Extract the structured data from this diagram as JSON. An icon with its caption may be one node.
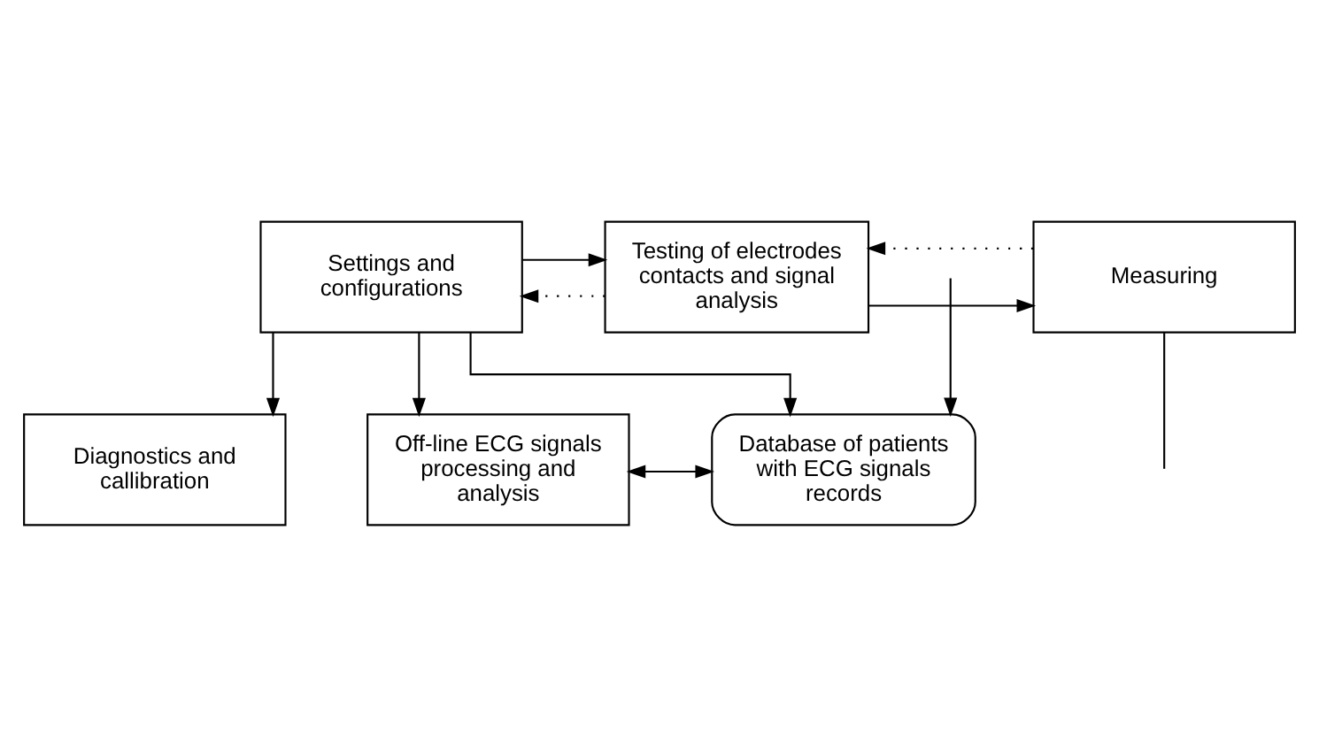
{
  "diagram": {
    "nodes": [
      {
        "text": [
          "Diagnostics and callibration"
        ]
      },
      {
        "text": [
          "Settings and configurations"
        ]
      },
      {
        "text": [
          "Testing of electrodes contacts and signal analysis"
        ]
      },
      {
        "text": [
          "Measuring"
        ]
      },
      {
        "text": [
          "Off-line ECG signals processing and analysis"
        ]
      },
      {
        "text": [
          "Database of patients with ECG signals records"
        ]
      }
    ],
    "edges": [
      {
        "from": 1,
        "to": 0,
        "arrow": "to"
      },
      {
        "from": 2,
        "to": 1,
        "arrow": "to",
        "style": "dashed"
      },
      {
        "from": 1,
        "to": 2,
        "arrow": "to"
      },
      {
        "from": 3,
        "to": 2,
        "arrow": "to",
        "style": "dashed"
      },
      {
        "from": 2,
        "to": 3,
        "arrow": "to"
      },
      {
        "from": 1,
        "to": 4,
        "arrow": "to"
      },
      {
        "from": 1,
        "to": 5,
        "arrow": "to"
      },
      {
        "from": 4,
        "to": 5,
        "arrow": "both"
      },
      {
        "from": null,
        "to": 5,
        "arrow": "to"
      },
      {
        "from": 3,
        "to": null,
        "arrow": "none"
      }
    ]
  }
}
